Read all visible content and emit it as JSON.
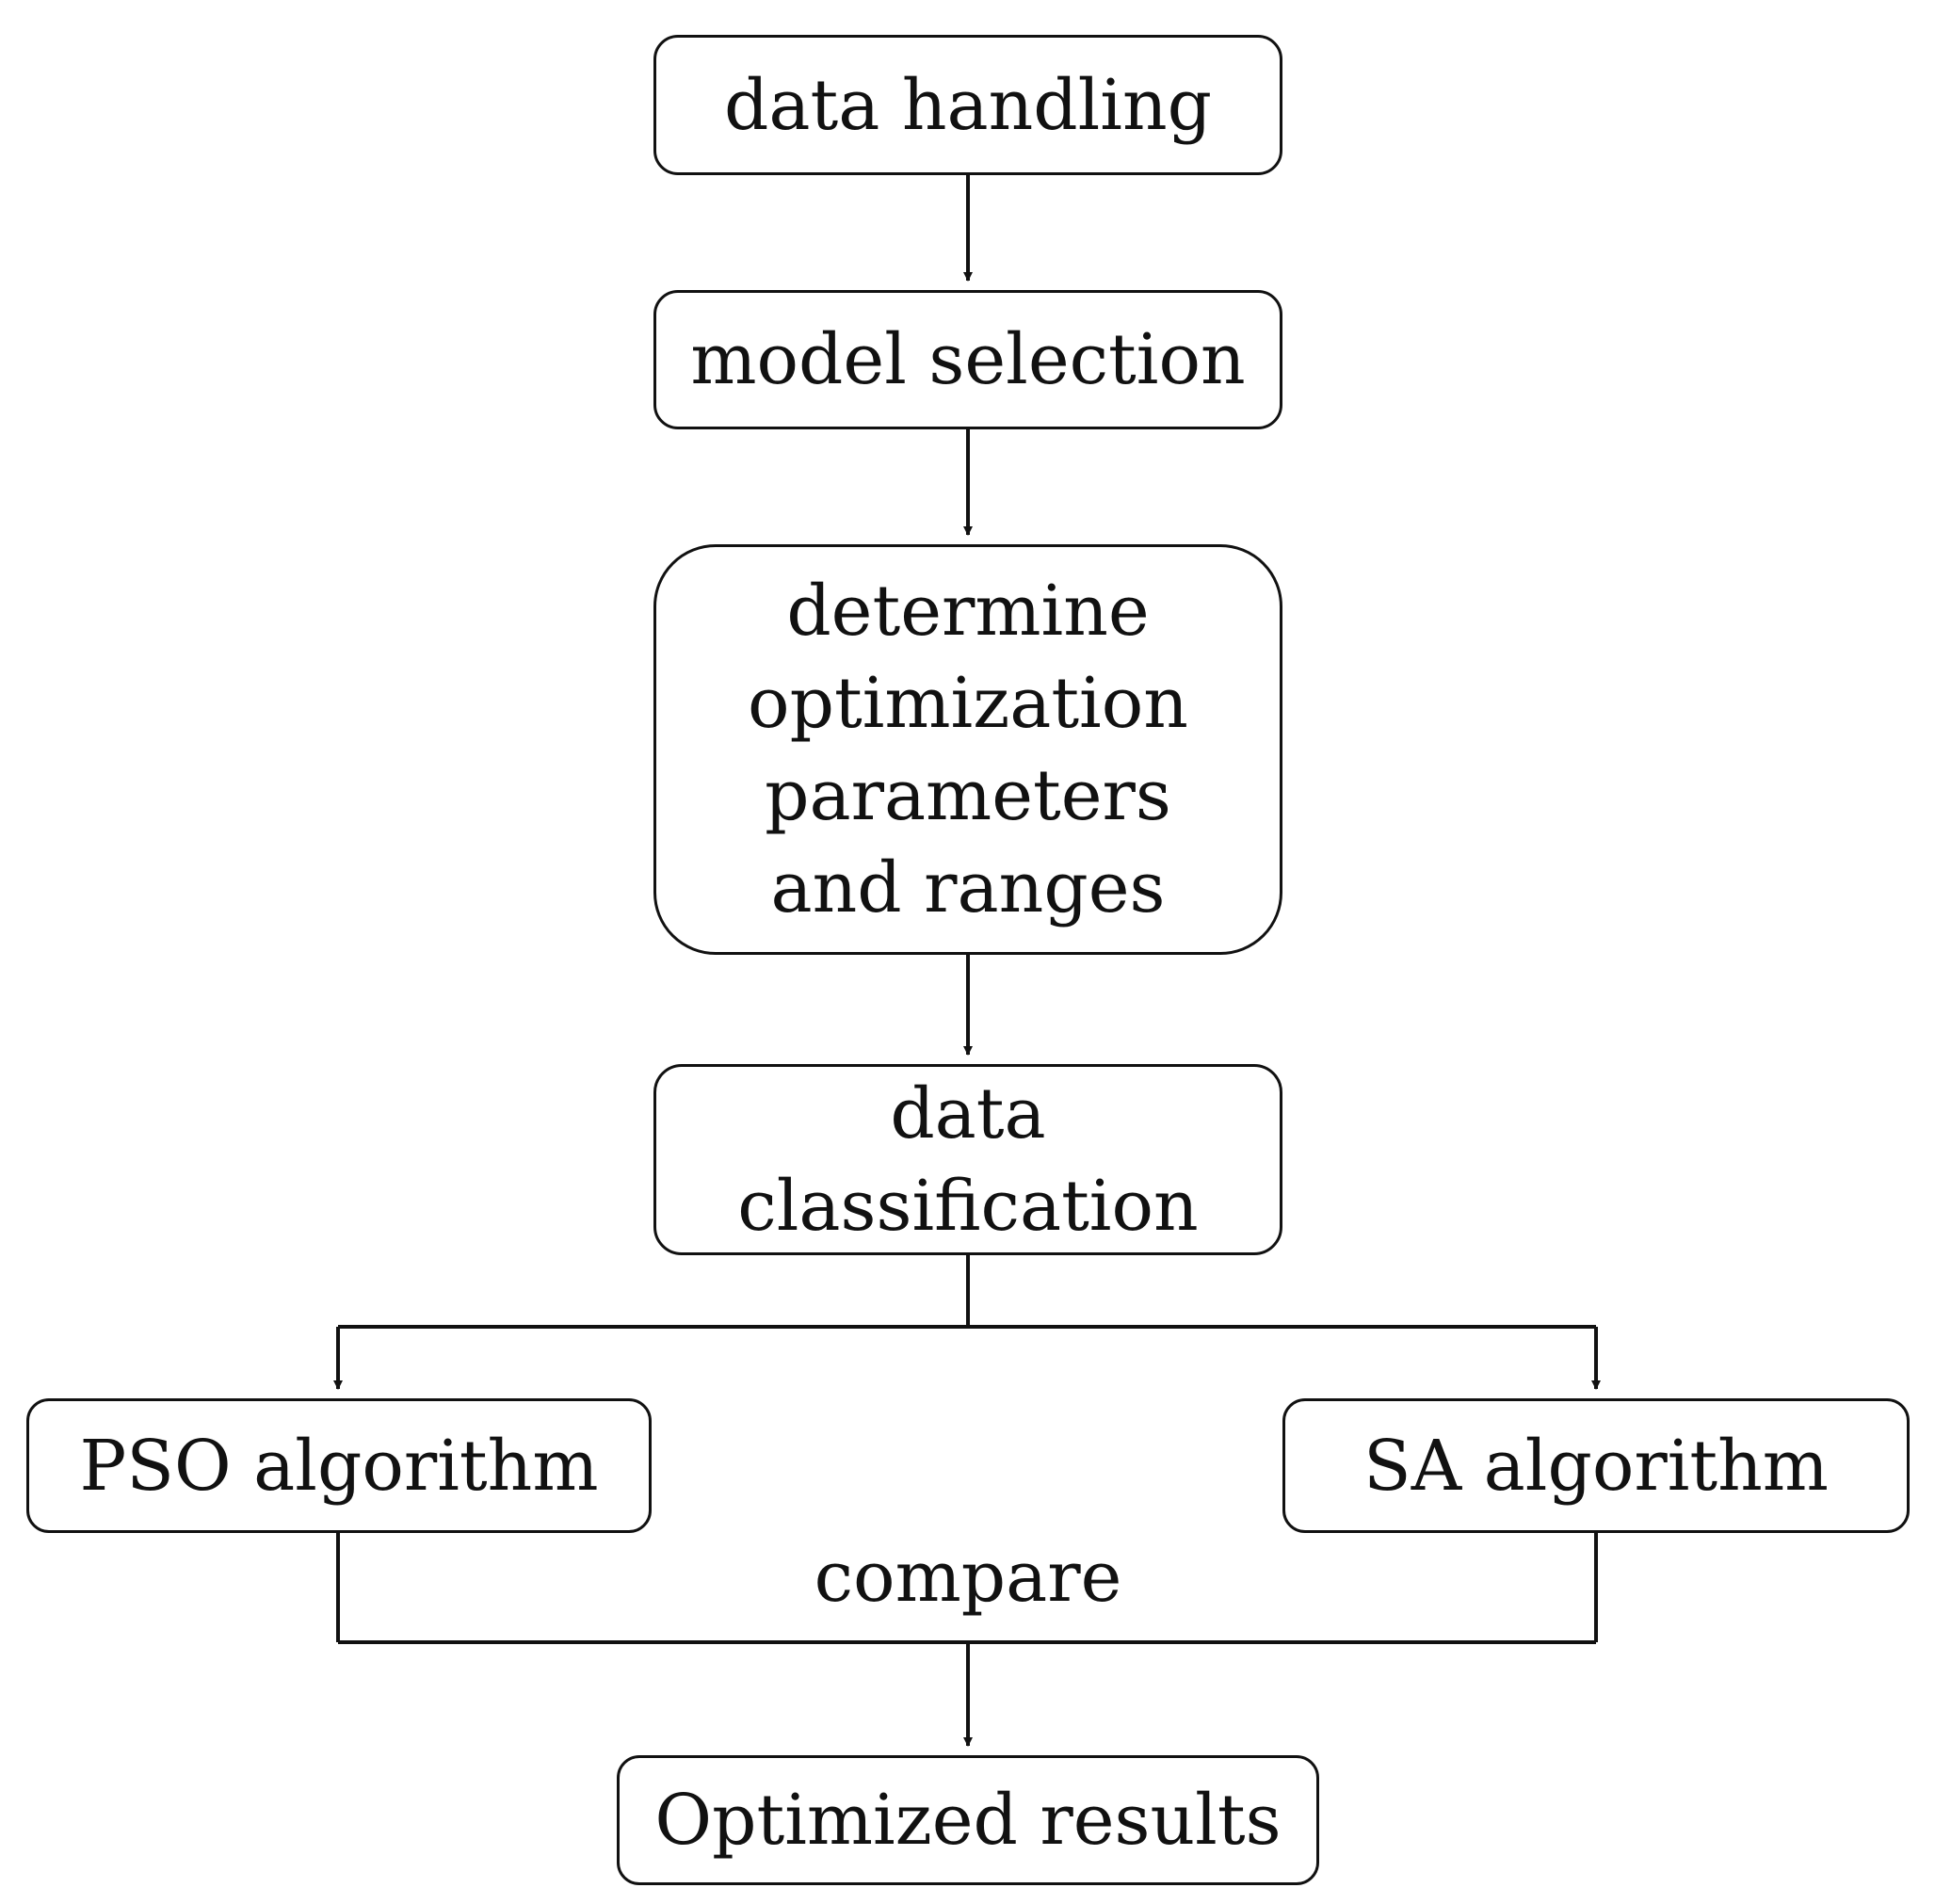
{
  "nodes": {
    "data_handling": "data handling",
    "model_selection": "model selection",
    "determine_parameters": "determine\noptimization\nparameters\nand ranges",
    "data_classification": "data\nclassification",
    "pso_algorithm": "PSO algorithm",
    "sa_algorithm": "SA algorithm",
    "optimized_results": "Optimized results"
  },
  "labels": {
    "compare": "compare"
  },
  "colors": {
    "stroke": "#111111",
    "background": "#ffffff"
  }
}
